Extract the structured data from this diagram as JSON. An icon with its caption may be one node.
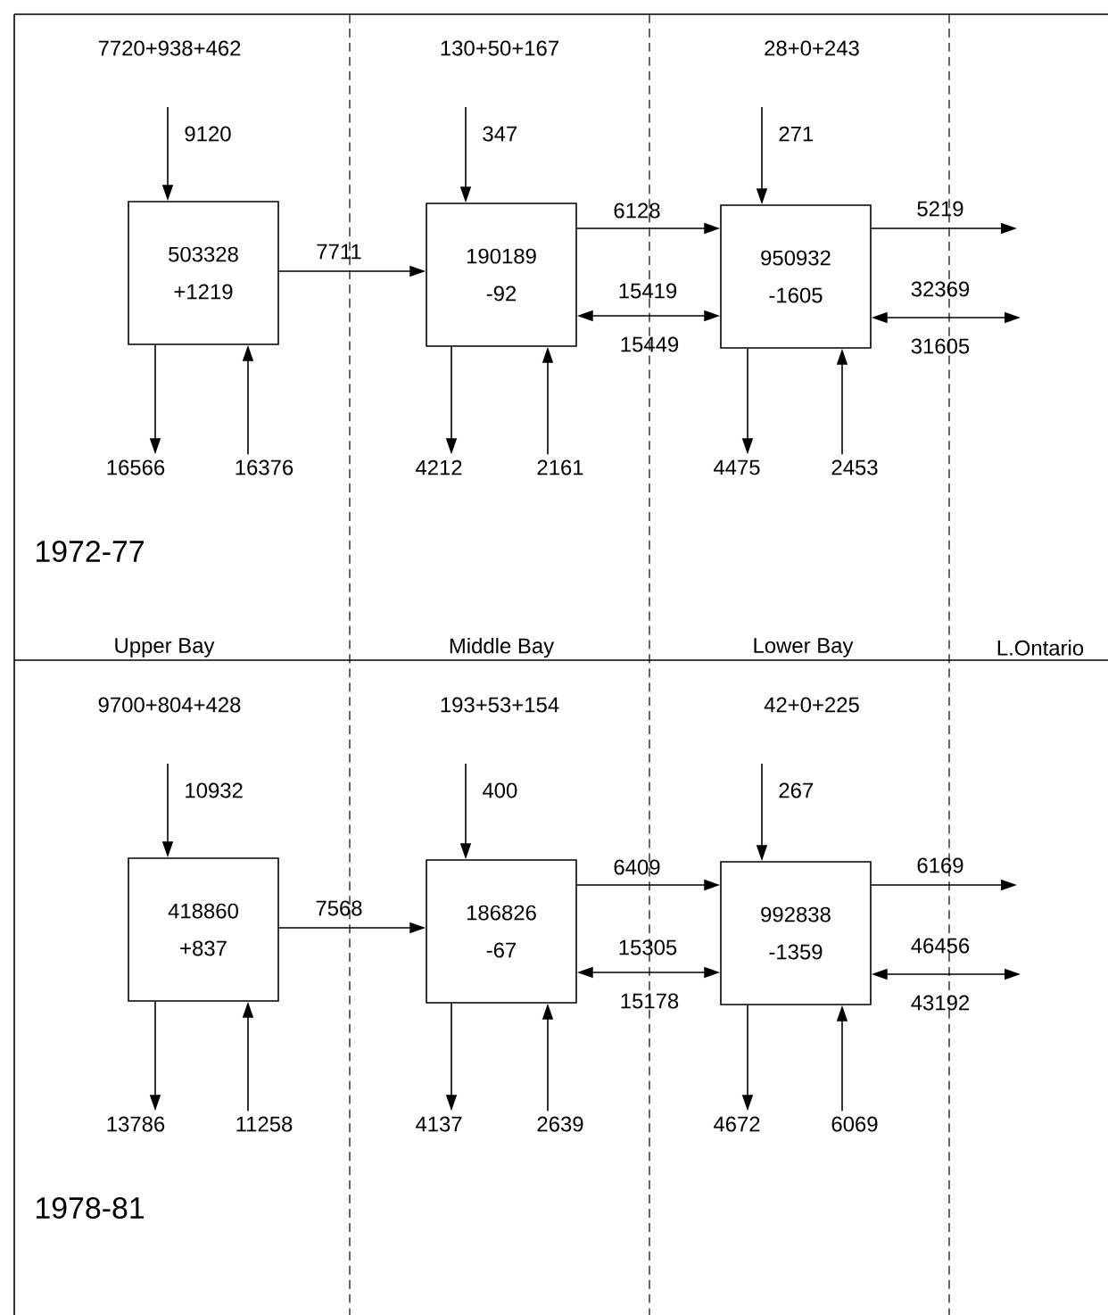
{
  "diagram": {
    "nodes": [
      {
        "text": [
          "503328",
          "+1219"
        ]
      },
      {
        "text": [
          "16566"
        ]
      },
      {
        "text": [
          "16376"
        ]
      },
      {
        "text": [
          "190189",
          "-92"
        ]
      },
      {
        "text": [
          "4212"
        ]
      },
      {
        "text": [
          "2161"
        ]
      },
      {
        "text": [
          "950932",
          "-1605"
        ]
      },
      {
        "text": [
          "4475"
        ]
      },
      {
        "text": [
          "2453"
        ]
      },
      {
        "text": [
          "418860",
          "+837"
        ]
      },
      {
        "text": [
          "13786"
        ]
      },
      {
        "text": [
          "11258"
        ]
      },
      {
        "text": [
          "186826",
          "-67"
        ]
      },
      {
        "text": [
          "4137"
        ]
      },
      {
        "text": [
          "2639"
        ]
      },
      {
        "text": [
          "992838",
          "-1359"
        ]
      },
      {
        "text": [
          "4672"
        ]
      },
      {
        "text": [
          "6069"
        ]
      }
    ],
    "edges": [
      {
        "from": null,
        "to": 0,
        "arrow": "to",
        "label": "9120"
      },
      {
        "from": 0,
        "to": 1,
        "arrow": "to"
      },
      {
        "from": 2,
        "to": 0,
        "arrow": "to"
      },
      {
        "from": 0,
        "to": 3,
        "arrow": "to",
        "label": "7711"
      },
      {
        "from": null,
        "to": 3,
        "arrow": "to",
        "label": "347"
      },
      {
        "from": 3,
        "to": 4,
        "arrow": "to"
      },
      {
        "from": 5,
        "to": 3,
        "arrow": "to"
      },
      {
        "from": 3,
        "to": 6,
        "arrow": "to",
        "label": "6128"
      },
      {
        "from": 3,
        "to": 6,
        "arrow": "both",
        "label": "15419"
      },
      {
        "from": null,
        "to": 6,
        "arrow": "to",
        "label": "271"
      },
      {
        "from": 6,
        "to": 7,
        "arrow": "to"
      },
      {
        "from": 8,
        "to": 6,
        "arrow": "to"
      },
      {
        "from": 6,
        "to": null,
        "arrow": "to",
        "label": "5219"
      },
      {
        "from": 6,
        "to": null,
        "arrow": "both",
        "label": "32369"
      },
      {
        "from": null,
        "to": 9,
        "arrow": "to",
        "label": "10932"
      },
      {
        "from": 9,
        "to": 10,
        "arrow": "to"
      },
      {
        "from": 11,
        "to": 9,
        "arrow": "to"
      },
      {
        "from": 9,
        "to": 12,
        "arrow": "to",
        "label": "7568"
      },
      {
        "from": null,
        "to": 12,
        "arrow": "to",
        "label": "400"
      },
      {
        "from": 12,
        "to": 13,
        "arrow": "to"
      },
      {
        "from": 14,
        "to": 12,
        "arrow": "to"
      },
      {
        "from": 12,
        "to": 15,
        "arrow": "to",
        "label": "6409"
      },
      {
        "from": 12,
        "to": 15,
        "arrow": "both",
        "label": "15305"
      },
      {
        "from": null,
        "to": 15,
        "arrow": "to",
        "label": "267"
      },
      {
        "from": 15,
        "to": 16,
        "arrow": "to"
      },
      {
        "from": 17,
        "to": 15,
        "arrow": "to"
      },
      {
        "from": 15,
        "to": null,
        "arrow": "to",
        "label": "6169"
      },
      {
        "from": 15,
        "to": null,
        "arrow": "both",
        "label": "46456"
      }
    ],
    "labels": [
      "7720+938+462",
      "130+50+167",
      "28+0+243",
      "15449",
      "31605",
      "1972-77",
      "Upper Bay",
      "Middle Bay",
      "Lower Bay",
      "L.Ontario",
      "9700+804+428",
      "193+53+154",
      "42+0+225",
      "15178",
      "43192",
      "1978-81"
    ]
  }
}
